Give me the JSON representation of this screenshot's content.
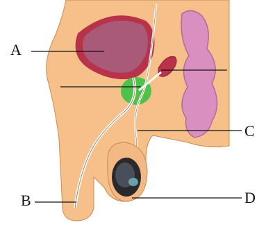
{
  "labels": {
    "a": "A",
    "b": "B",
    "c": "C",
    "d": "D"
  },
  "colors": {
    "skin": "#f5c08a",
    "skin_outline": "#c98a52",
    "bladder_wall": "#b8324a",
    "bladder_inner": "#a85a78",
    "rectum": "#d98fbf",
    "gland": "#4fc24a",
    "tube": "#ffffff",
    "testis": "#2a2a2a",
    "leader_line": "#111111"
  }
}
